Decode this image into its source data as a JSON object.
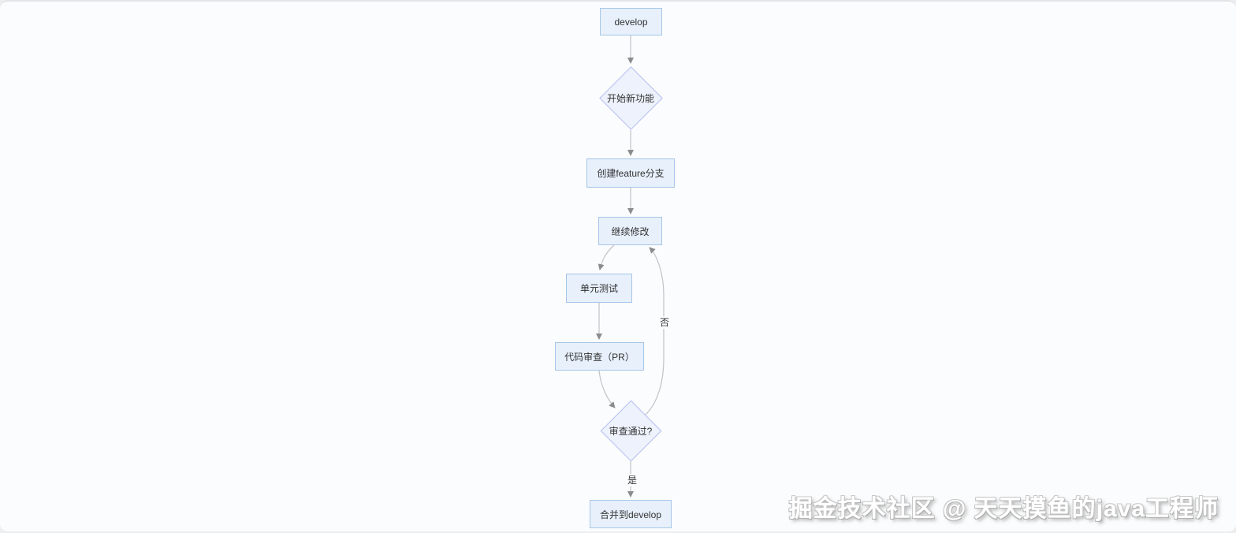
{
  "diagram": {
    "nodes": {
      "develop": {
        "label": "develop",
        "shape": "rect"
      },
      "start_feature": {
        "label": "开始新功能",
        "shape": "diamond"
      },
      "create_branch": {
        "label": "创建feature分支",
        "shape": "rect"
      },
      "continue_edit": {
        "label": "继续修改",
        "shape": "rect"
      },
      "unit_test": {
        "label": "单元测试",
        "shape": "rect"
      },
      "code_review": {
        "label": "代码审查（PR）",
        "shape": "rect"
      },
      "review_pass": {
        "label": "审查通过?",
        "shape": "diamond"
      },
      "merge_develop": {
        "label": "合并到develop",
        "shape": "rect"
      }
    },
    "edge_labels": {
      "no": "否",
      "yes": "是"
    },
    "colors": {
      "rect_fill": "#e7f0fb",
      "rect_border": "#a6c6e7",
      "diamond_fill": "#edf2fc",
      "diamond_border": "#b6bdf0",
      "edge_line": "#c2c2c7",
      "arrow": "#8c8c8c",
      "text": "#333333",
      "page_bg": "#fbfcfd"
    }
  },
  "watermark": {
    "text": "掘金技术社区 @ 天天摸鱼的java工程师"
  }
}
